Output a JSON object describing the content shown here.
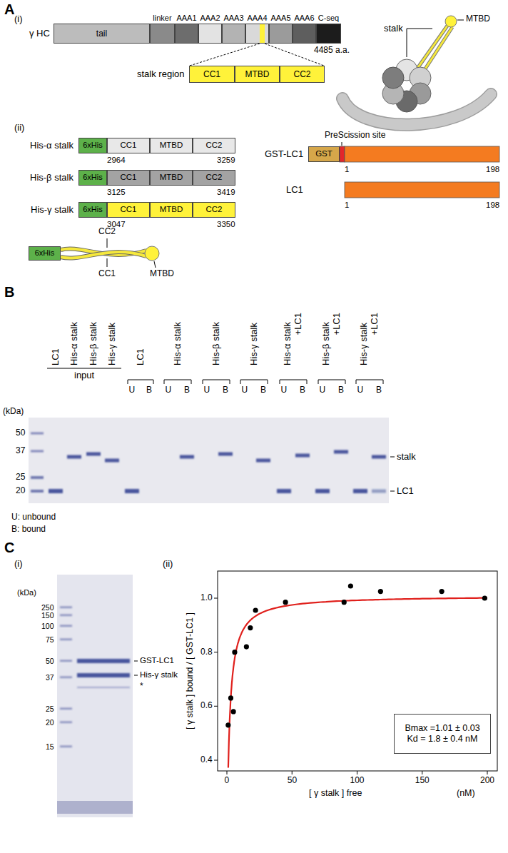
{
  "diagram": {
    "nodes": [
      {
        "text": [
          "tail"
        ]
      },
      {
        "text": [
          "linker"
        ]
      },
      {
        "text": [
          "AAA1"
        ]
      },
      {
        "text": [
          "AAA2"
        ]
      },
      {
        "text": [
          "AAA3"
        ]
      },
      {
        "text": [
          "AAA4"
        ]
      },
      {
        "text": [
          "AAA5"
        ]
      },
      {
        "text": [
          "AAA6"
        ]
      },
      {
        "text": [
          "C-seq"
        ]
      },
      {
        "text": [
          "CC1"
        ]
      },
      {
        "text": [
          "MTBD"
        ]
      },
      {
        "text": [
          "CC2"
        ]
      },
      {
        "text": [
          "6xHis"
        ]
      },
      {
        "text": [
          "CC1"
        ]
      },
      {
        "text": [
          "MTBD"
        ]
      },
      {
        "text": [
          "CC2"
        ]
      },
      {
        "text": [
          "6xHis"
        ]
      },
      {
        "text": [
          "CC1"
        ]
      },
      {
        "text": [
          "MTBD"
        ]
      },
      {
        "text": [
          "CC2"
        ]
      },
      {
        "text": [
          "6xHis"
        ]
      },
      {
        "text": [
          "CC1"
        ]
      },
      {
        "text": [
          "MTBD"
        ]
      },
      {
        "text": [
          "CC2"
        ]
      },
      {
        "text": [
          "6xHis"
        ]
      },
      {
        "text": [
          "GST"
        ]
      },
      {
        "text": [
          "Bmax =1.01 ± 0.03",
          "Kd = 1.8 ± 0.4 nM"
        ]
      }
    ],
    "labels": [
      "A",
      "(i)",
      "γ HC",
      "4485 a.a.",
      "stalk region",
      "stalk",
      "MTBD",
      "(ii)",
      "His-α stalk",
      "2964",
      "3259",
      "His-β stalk",
      "3125",
      "3419",
      "His-γ stalk",
      "3047",
      "3350",
      "CC2",
      "CC1",
      "MTBD",
      "PreScission site",
      "GST-LC1",
      "1",
      "198",
      "LC1",
      "1",
      "198",
      "B",
      "LC1",
      "His-α stalk",
      "His-β stalk",
      "His-γ stalk",
      "LC1",
      "His-α stalk",
      "His-β stalk",
      "His-γ stalk",
      "His-α stalk +LC1",
      "His-β stalk +LC1",
      "His-γ stalk +LC1",
      "input",
      "U",
      "B",
      "U",
      "B",
      "U",
      "B",
      "U",
      "B",
      "U",
      "B",
      "U",
      "B",
      "U",
      "B",
      "(kDa)",
      "50",
      "37",
      "25",
      "20",
      "stalk",
      "LC1",
      "U: unbound",
      "B: bound",
      "C",
      "(i)",
      "(kDa)",
      "250",
      "150",
      "100",
      "75",
      "50",
      "37",
      "25",
      "20",
      "15",
      "GST-LC1",
      "His-γ stalk",
      "*",
      "(ii)",
      "0.4",
      "0.6",
      "0.8",
      "1.0",
      "0",
      "50",
      "100",
      "150",
      "200",
      "[ γ stalk ] bound / [ GST-LC1 ]",
      "[ γ stalk ] free",
      "(nM)"
    ]
  }
}
